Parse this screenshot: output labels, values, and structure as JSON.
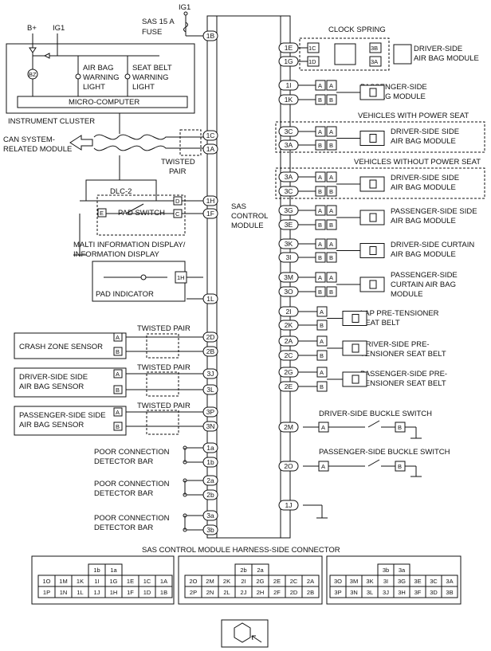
{
  "top": {
    "ig1": "IG1",
    "fuse": "SAS 15 A",
    "fuse2": "FUSE"
  },
  "cluster": {
    "bplus": "B+",
    "ig1": "IG1",
    "bz": "BZ",
    "airbag_warning": [
      "AIR BAG",
      "WARNING",
      "LIGHT"
    ],
    "seatbelt_warning": [
      "SEAT BELT",
      "WARNING",
      "LIGHT"
    ],
    "micro": "MICRO-COMPUTER",
    "title": "INSTRUMENT CLUSTER"
  },
  "can": {
    "label": [
      "CAN SYSTEM-",
      "RELATED MODULE"
    ],
    "twisted": [
      "TWISTED",
      "PAIR"
    ],
    "dlc": "DLC-2"
  },
  "pad_switch": {
    "title": "PAD SWITCH",
    "e": "E",
    "d": "D",
    "c": "C"
  },
  "info_display": {
    "title": [
      "MALTI INFORMATION DISPLAY/",
      "INFORMATION DISPLAY"
    ],
    "indicator": "PAD INDICATOR",
    "pin": "1H"
  },
  "module": {
    "name": [
      "SAS",
      "CONTROL",
      "MODULE"
    ]
  },
  "left_pins": [
    "1B",
    "1C",
    "1A",
    "1H",
    "1F",
    "1L",
    "2D",
    "2B",
    "3J",
    "3L",
    "3P",
    "3N",
    "1a",
    "1b",
    "2a",
    "2b",
    "3a",
    "3b"
  ],
  "sensors": {
    "crash": "CRASH ZONE SENSOR",
    "driver": [
      "DRIVER-SIDE SIDE",
      "AIR BAG SENSOR"
    ],
    "passenger": [
      "PASSENGER-SIDE SIDE",
      "AIR BAG SENSOR"
    ],
    "twisted_pair": "TWISTED PAIR",
    "a": "A",
    "b": "B"
  },
  "poor_conn": [
    "POOR CONNECTION",
    "DETECTOR BAR"
  ],
  "right_pins": [
    "1E",
    "1G",
    "1I",
    "1K",
    "3C",
    "3A",
    "3A",
    "3C",
    "3G",
    "3E",
    "3K",
    "3I",
    "3M",
    "3O",
    "2I",
    "2K",
    "2A",
    "2C",
    "2G",
    "2E",
    "2M",
    "2O",
    "1J"
  ],
  "right_labels": {
    "clock_spring": "CLOCK SPRING",
    "driver_airbag": [
      "DRIVER-SIDE",
      "AIR BAG MODULE"
    ],
    "passenger_airbag": [
      "PASSENGER-SIDE",
      "AIR BAG MODULE"
    ],
    "with_power_seat": "VEHICLES WITH POWER SEAT",
    "without_power_seat": "VEHICLES WITHOUT POWER SEAT",
    "driver_side_airbag": [
      "DRIVER-SIDE SIDE",
      "AIR BAG MODULE"
    ],
    "passenger_side_airbag": [
      "PASSENGER-SIDE SIDE",
      "AIR BAG MODULE"
    ],
    "driver_curtain": [
      "DRIVER-SIDE CURTAIN",
      "AIR BAG MODULE"
    ],
    "passenger_curtain": [
      "PASSENGER-SIDE",
      "CURTAIN AIR BAG",
      "MODULE"
    ],
    "lap": [
      "LAP PRE-TENSIONER",
      "SEAT BELT"
    ],
    "driver_pretens": [
      "DRIVER-SIDE PRE-",
      "TENSIONER SEAT BELT"
    ],
    "passenger_pretens": [
      "PASSENGER-SIDE PRE-",
      "TENSIONER SEAT BELT"
    ],
    "driver_buckle": "DRIVER-SIDE BUCKLE SWITCH",
    "passenger_buckle": "PASSENGER-SIDE BUCKLE SWITCH",
    "clock_pins": [
      "1C",
      "1D",
      "3B",
      "3A"
    ]
  },
  "harness": {
    "title": "SAS CONTROL MODULE HARNESS-SIDE CONNECTOR",
    "c1": {
      "top": [
        "1b",
        "1a"
      ],
      "r1": [
        "1O",
        "1M",
        "1K",
        "1I",
        "1G",
        "1E",
        "1C",
        "1A"
      ],
      "r2": [
        "1P",
        "1N",
        "1L",
        "1J",
        "1H",
        "1F",
        "1D",
        "1B"
      ]
    },
    "c2": {
      "top": [
        "2b",
        "2a"
      ],
      "r1": [
        "2O",
        "2M",
        "2K",
        "2I",
        "2G",
        "2E",
        "2C",
        "2A"
      ],
      "r2": [
        "2P",
        "2N",
        "2L",
        "2J",
        "2H",
        "2F",
        "2D",
        "2B"
      ]
    },
    "c3": {
      "top": [
        "3b",
        "3a"
      ],
      "r1": [
        "3O",
        "3M",
        "3K",
        "3I",
        "3G",
        "3E",
        "3C",
        "3A"
      ],
      "r2": [
        "3P",
        "3N",
        "3L",
        "3J",
        "3H",
        "3F",
        "3D",
        "3B"
      ]
    }
  }
}
